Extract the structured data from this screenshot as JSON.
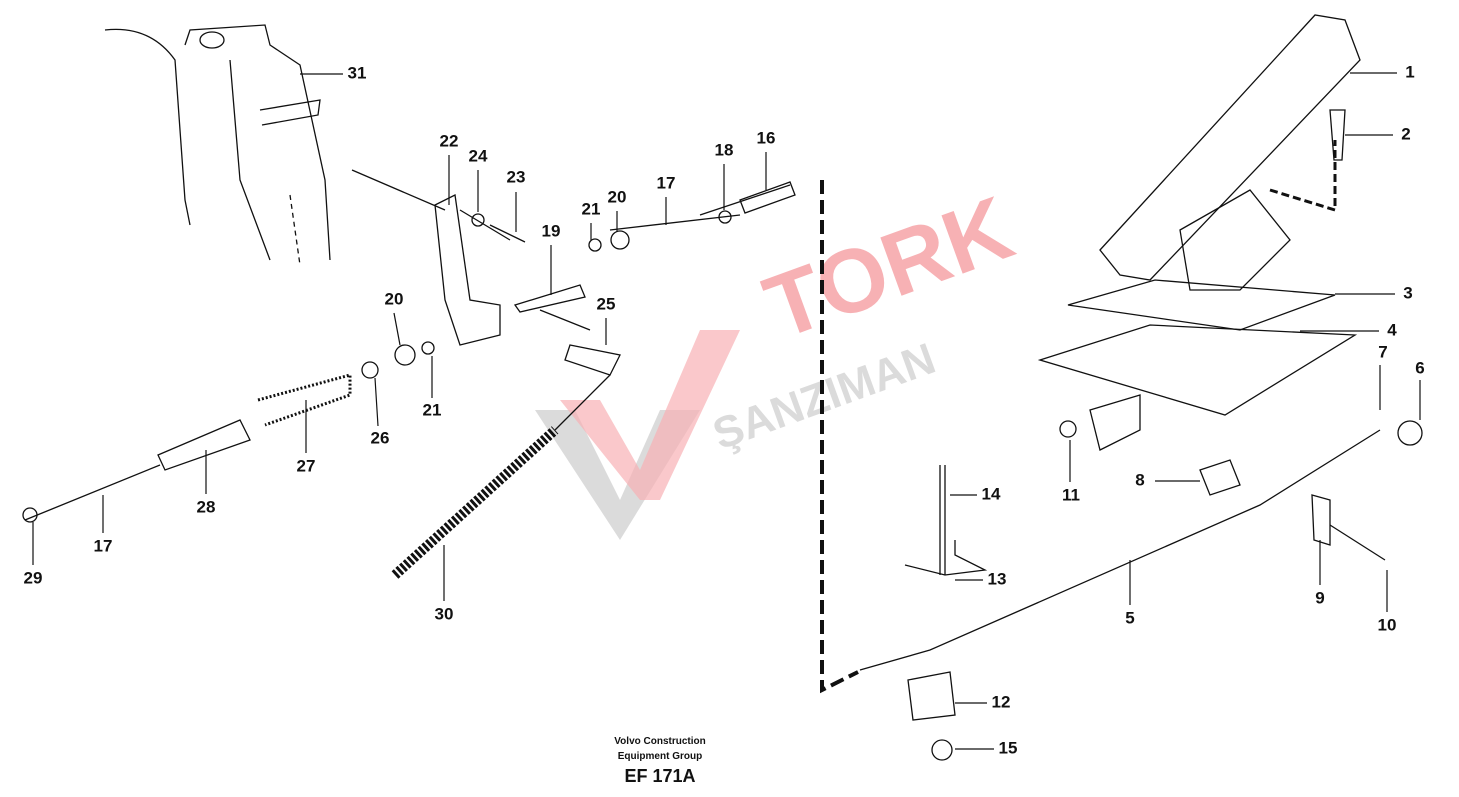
{
  "diagram": {
    "callouts": [
      "1",
      "2",
      "3",
      "4",
      "5",
      "6",
      "7",
      "8",
      "9",
      "10",
      "11",
      "12",
      "13",
      "14",
      "15",
      "16",
      "17",
      "18",
      "19",
      "20",
      "21",
      "22",
      "23",
      "24",
      "25",
      "26",
      "27",
      "28",
      "29",
      "30",
      "31",
      "20",
      "21",
      "17"
    ],
    "watermark": {
      "line1": "TORK",
      "line2": "ŞANZIMAN",
      "color": "#e8202a"
    }
  },
  "footer": {
    "company_line1": "Volvo Construction",
    "company_line2": "Equipment Group",
    "drawing_code": "EF 171A"
  }
}
